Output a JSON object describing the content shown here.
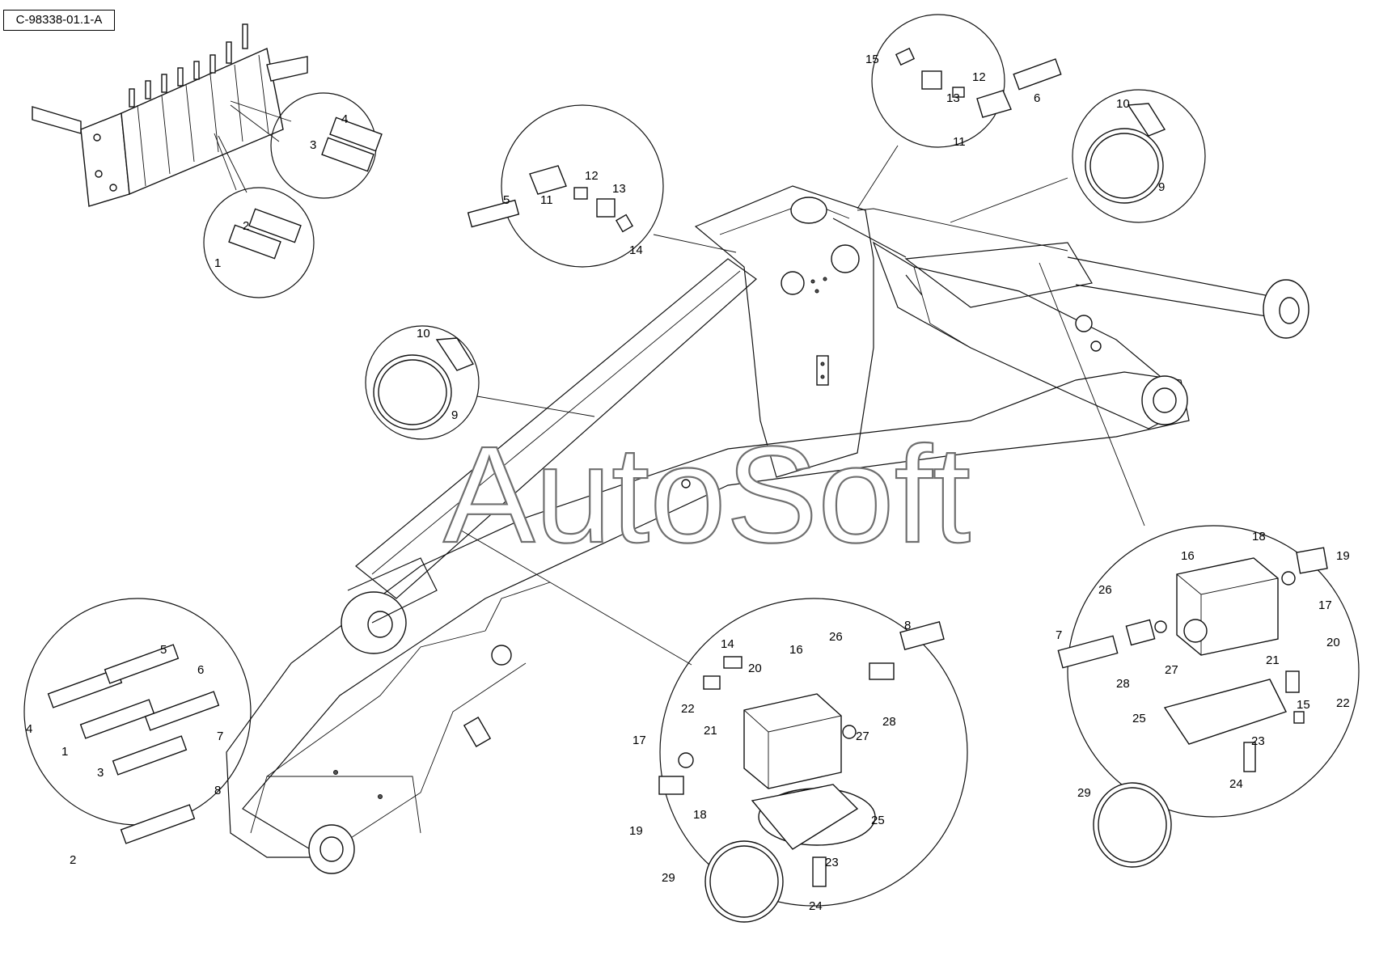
{
  "drawing_code": "C-98338-01.1-A",
  "watermark": "AutoSoft",
  "callouts": {
    "tl1": "1",
    "tl2": "2",
    "tl3": "3",
    "tl4": "4",
    "tm5": "5",
    "tm11": "11",
    "tm12": "12",
    "tm13": "13",
    "tm14": "14",
    "tr15": "15",
    "tr13": "13",
    "tr12": "12",
    "tr11": "11",
    "tr6": "6",
    "rc10": "10",
    "rc9": "9",
    "lc10": "10",
    "lc9": "9",
    "bl5": "5",
    "bl6": "6",
    "bl4": "4",
    "bl1": "1",
    "bl7": "7",
    "bl3": "3",
    "bl8": "8",
    "bl2": "2",
    "bc14": "14",
    "bc16": "16",
    "bc26": "26",
    "bc8": "8",
    "bc20": "20",
    "bc22": "22",
    "bc21": "21",
    "bc27": "27",
    "bc28": "28",
    "bc17": "17",
    "bc18": "18",
    "bc19": "19",
    "bc25": "25",
    "bc23": "23",
    "bc29": "29",
    "bc24": "24",
    "br16": "16",
    "br18": "18",
    "br19": "19",
    "br26": "26",
    "br17": "17",
    "br7": "7",
    "br28": "28",
    "br27": "27",
    "br20": "20",
    "br21": "21",
    "br22": "22",
    "br15": "15",
    "br25": "25",
    "br23": "23",
    "br29": "29",
    "br24": "24"
  }
}
